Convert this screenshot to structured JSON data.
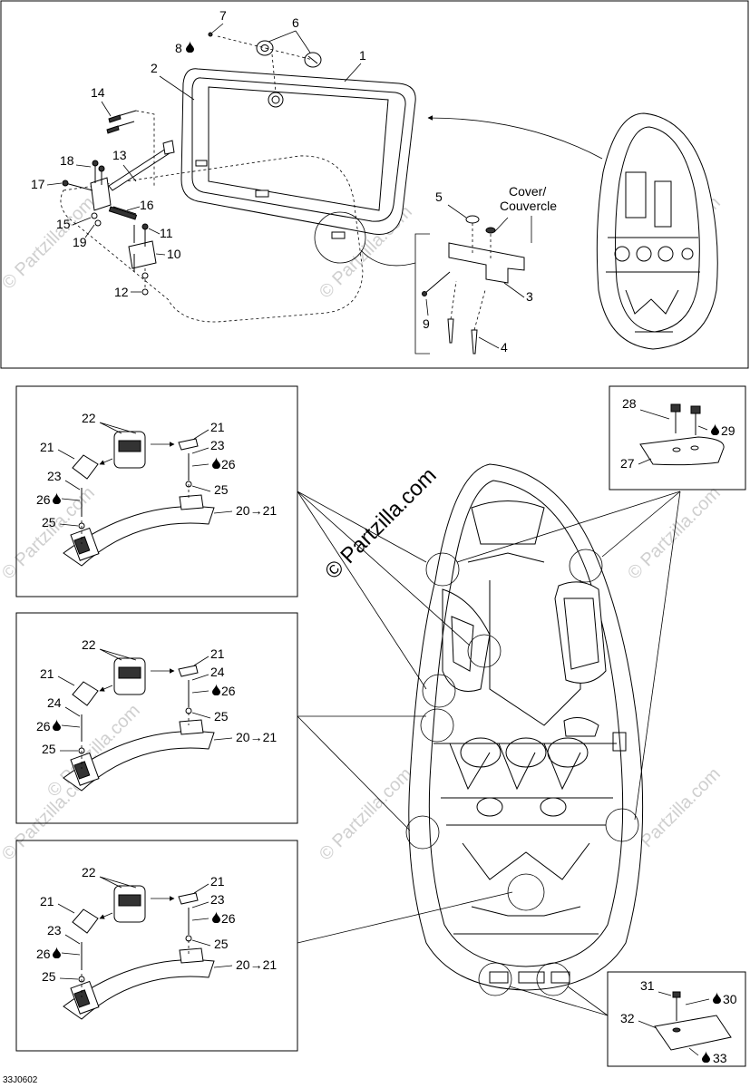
{
  "diagram": {
    "ref_code": "33J0602",
    "watermark_text": "© Partzilla.com",
    "brand_overlay": "© Partzilla.com",
    "cover_label": "Cover/\nCouvercle",
    "cover_label_line1": "Cover/",
    "cover_label_line2": "Couvercle",
    "top_callouts": [
      "1",
      "2",
      "3",
      "4",
      "5",
      "6",
      "7",
      "8",
      "9",
      "10",
      "11",
      "12",
      "13",
      "14",
      "15",
      "16",
      "17",
      "18",
      "19"
    ],
    "glue_symbol": "💧",
    "panel_a": {
      "labels": [
        "22",
        "21",
        "21",
        "23",
        "23",
        "26",
        "26",
        "25",
        "25",
        "20→21"
      ]
    },
    "panel_b": {
      "labels": [
        "22",
        "21",
        "21",
        "24",
        "24",
        "26",
        "26",
        "25",
        "25",
        "20→21"
      ]
    },
    "panel_c": {
      "labels": [
        "22",
        "21",
        "21",
        "23",
        "23",
        "26",
        "26",
        "25",
        "25",
        "20→21"
      ]
    },
    "cleat_panel": {
      "labels": [
        "28",
        "29",
        "27"
      ]
    },
    "rear_panel": {
      "labels": [
        "31",
        "30",
        "32",
        "33"
      ]
    }
  }
}
